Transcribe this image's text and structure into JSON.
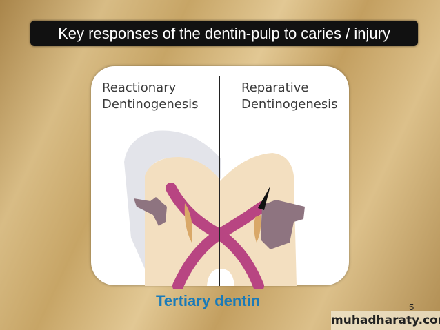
{
  "title": "Key responses of the dentin-pulp to caries / injury",
  "figure": {
    "left_label_line1": "Reactionary",
    "left_label_line2": "Dentinogenesis",
    "right_label_line1": "Reparative",
    "right_label_line2": "Dentinogenesis"
  },
  "caption": "Tertiary dentin",
  "page_number": "5",
  "watermark": "muhadharaty.com"
}
